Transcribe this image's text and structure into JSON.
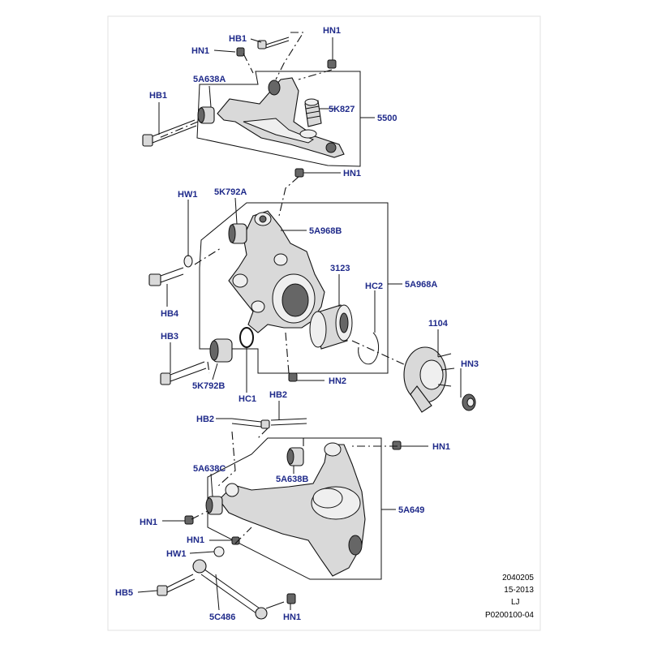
{
  "labels": {
    "hn1_a": "HN1",
    "hb1_a": "HB1",
    "hn1_b": "HN1",
    "5a638a": "5A638A",
    "hb1_b": "HB1",
    "5k827": "5K827",
    "5500": "5500",
    "hn1_c": "HN1",
    "hw1_a": "HW1",
    "5k792a": "5K792A",
    "5a968b": "5A968B",
    "3123": "3123",
    "hc2": "HC2",
    "5a968a": "5A968A",
    "hb4": "HB4",
    "hb3": "HB3",
    "1104": "1104",
    "hn3": "HN3",
    "hn2": "HN2",
    "5k792b": "5K792B",
    "hc1": "HC1",
    "hb2_a": "HB2",
    "hb2_b": "HB2",
    "hn1_d": "HN1",
    "5a638b": "5A638B",
    "5a638c": "5A638C",
    "5a649": "5A649",
    "hn1_e": "HN1",
    "hn1_f": "HN1",
    "hw1_b": "HW1",
    "hb5": "HB5",
    "5c486": "5C486",
    "hn1_g": "HN1"
  },
  "reference": {
    "line1": "2040205",
    "line2": "15-2013",
    "line3": "LJ",
    "line4": "P0200100-04"
  },
  "colors": {
    "label": "#1f2a8a",
    "line": "#111111",
    "part_fill": "#d9d9d9"
  }
}
